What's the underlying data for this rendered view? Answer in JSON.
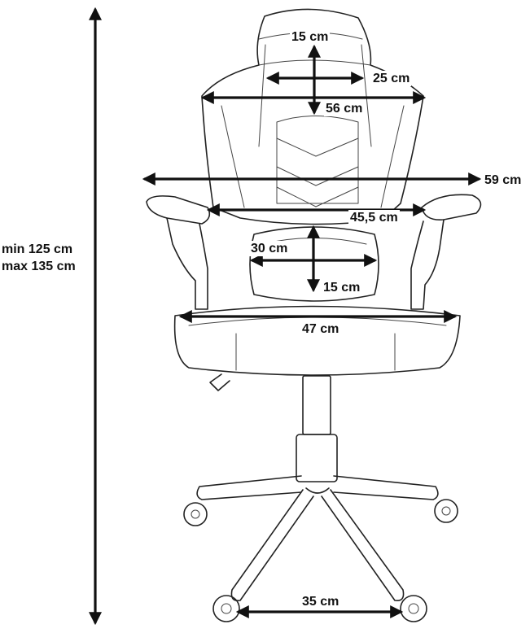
{
  "dimensions": {
    "headrest_height": "15 cm",
    "headrest_width": "25 cm",
    "backrest_width": "56 cm",
    "overall_width": "59 cm",
    "armrest_inner_width": "45,5 cm",
    "lumbar_width": "30 cm",
    "lumbar_height": "15 cm",
    "seat_width": "47 cm",
    "height_min": "min 125 cm",
    "height_max": "max 135 cm",
    "base_width": "35 cm"
  }
}
